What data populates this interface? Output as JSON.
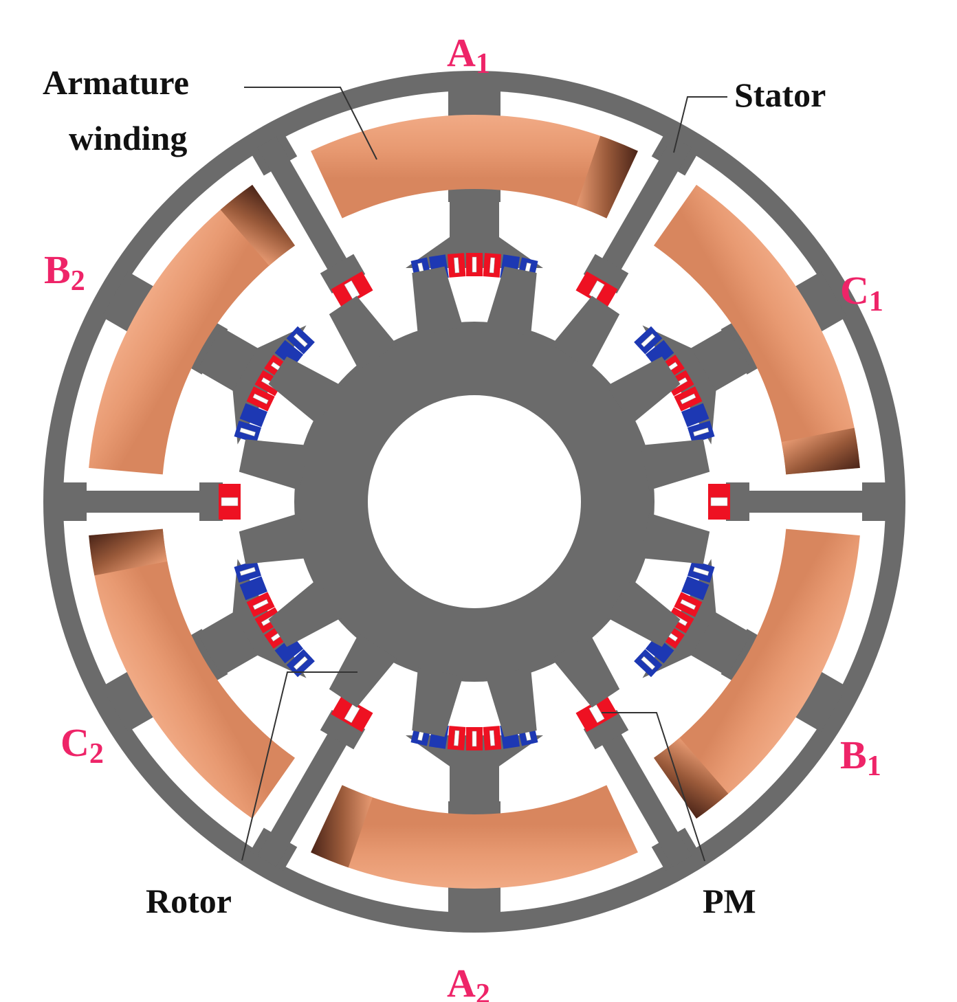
{
  "labels": {
    "armature_line1": "Armature",
    "armature_line2": "winding",
    "stator": "Stator",
    "rotor": "Rotor",
    "pm": "PM"
  },
  "phases": [
    {
      "name": "A1",
      "letter": "A",
      "sub": "1"
    },
    {
      "name": "C1",
      "letter": "C",
      "sub": "1"
    },
    {
      "name": "B1",
      "letter": "B",
      "sub": "1"
    },
    {
      "name": "A2",
      "letter": "A",
      "sub": "2"
    },
    {
      "name": "C2",
      "letter": "C",
      "sub": "2"
    },
    {
      "name": "B2",
      "letter": "B",
      "sub": "2"
    }
  ],
  "colors": {
    "iron": "#6b6b6b",
    "copper": "#f0a07a",
    "copper_dark": "#5a3020",
    "pm_red": "#ee1122",
    "pm_blue": "#1d38b3",
    "phase_label": "#ee2468"
  },
  "structure": {
    "stator_slots": 6,
    "rotor_teeth": 16,
    "coils": 6
  }
}
